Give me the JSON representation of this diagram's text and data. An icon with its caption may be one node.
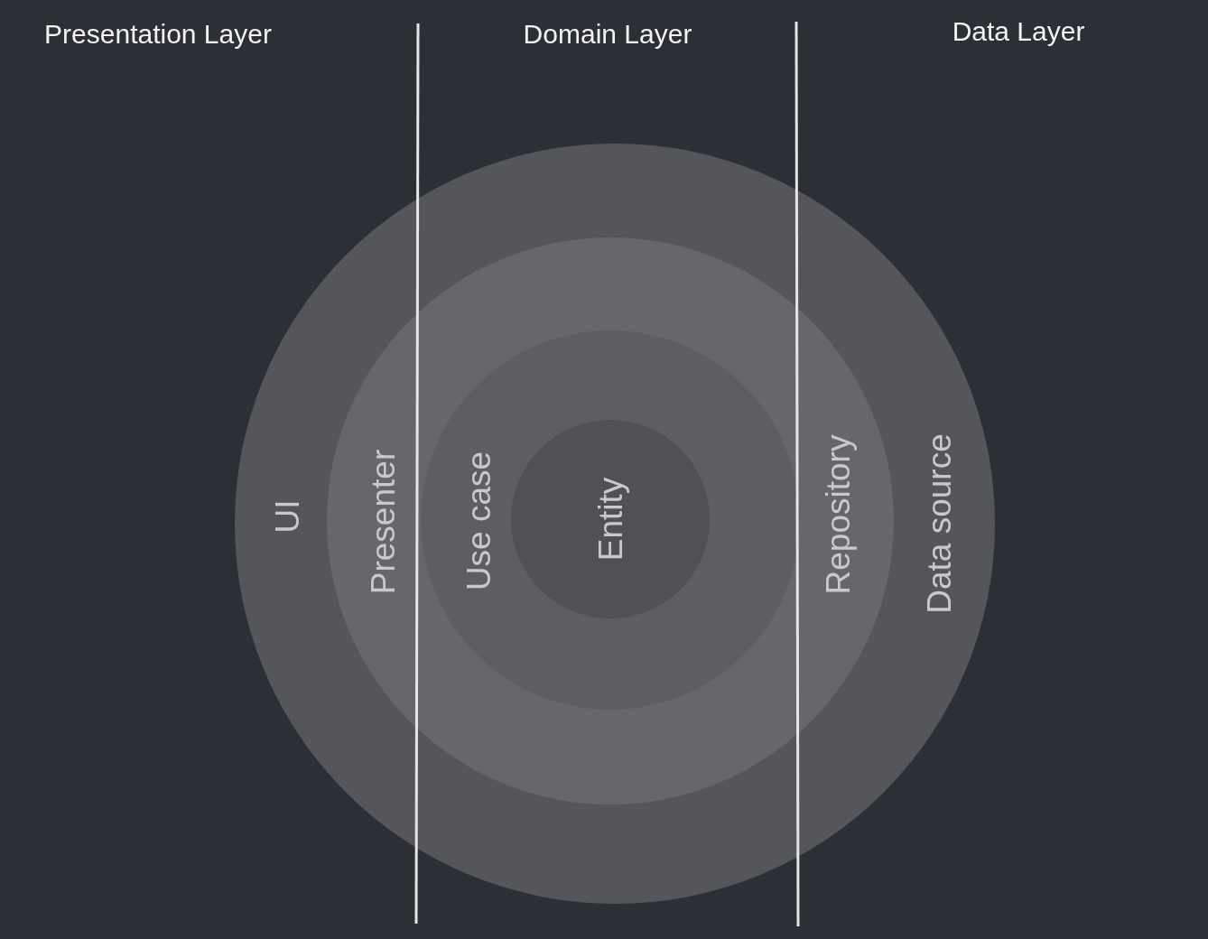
{
  "diagram": {
    "nodes": [
      {
        "text": [
          "UI",
          "Data source"
        ]
      },
      {
        "text": [
          "Presenter",
          "Repository"
        ],
        "in": 0
      },
      {
        "text": [
          "Use case"
        ],
        "in": 1
      },
      {
        "text": [
          "Entity"
        ],
        "in": 2
      }
    ],
    "labels": [
      "Presentation Layer",
      "Domain Layer",
      "Data Layer"
    ]
  }
}
